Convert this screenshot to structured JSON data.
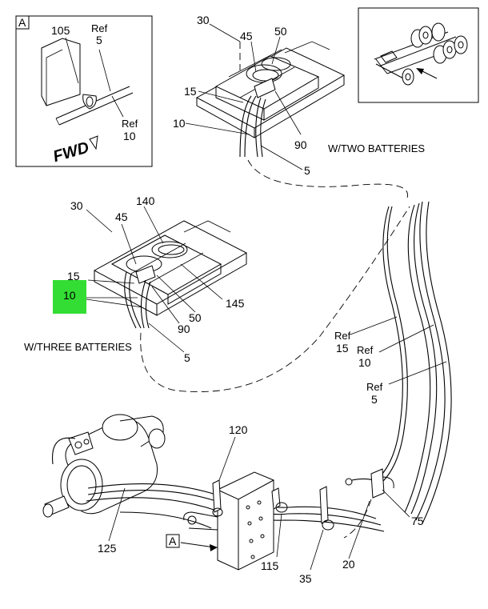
{
  "detail_box": {
    "tag": "A",
    "labels": {
      "p105": "105",
      "ref5_a": "Ref",
      "ref5_b": "5",
      "ref10_a": "Ref",
      "ref10_b": "10",
      "fwd": "FWD"
    }
  },
  "two_batteries": {
    "caption": "W/TWO BATTERIES",
    "labels": {
      "p30": "30",
      "p45": "45",
      "p50": "50",
      "p15": "15",
      "p10": "10",
      "p90": "90",
      "p5": "5"
    }
  },
  "three_batteries": {
    "caption": "W/THREE BATTERIES",
    "labels": {
      "p30": "30",
      "p45": "45",
      "p140": "140",
      "p15": "15",
      "p10": "10",
      "p145": "145",
      "p50": "50",
      "p90": "90",
      "p5": "5"
    },
    "highlight_color": "#33dd33"
  },
  "cable_refs": {
    "r15_a": "Ref",
    "r15_b": "15",
    "r10_a": "Ref",
    "r10_b": "10",
    "r5_a": "Ref",
    "r5_b": "5"
  },
  "lower_assembly": {
    "labels": {
      "p120": "120",
      "p125": "125",
      "p115": "115",
      "p35": "35",
      "p20": "20",
      "p75": "75",
      "tagA": "A"
    }
  }
}
